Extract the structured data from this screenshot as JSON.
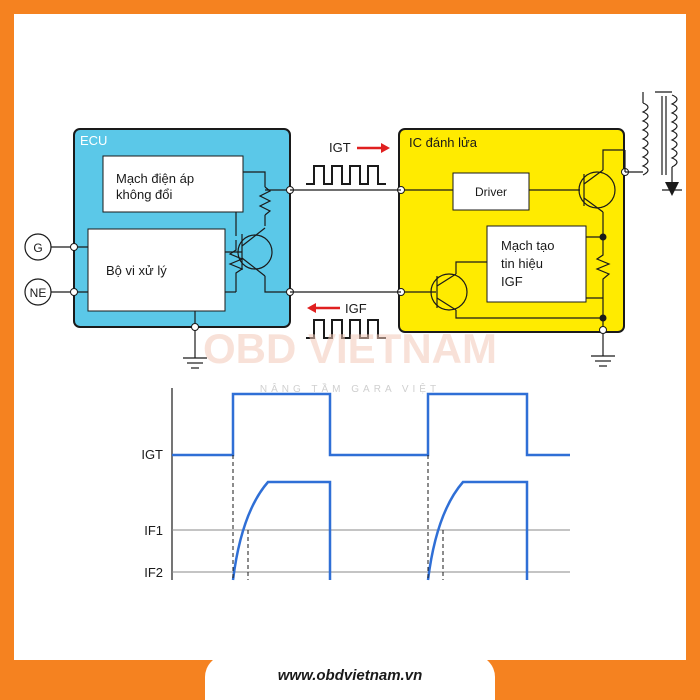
{
  "ecu": {
    "title": "ECU",
    "const_voltage_line1": "Mạch điện áp",
    "const_voltage_line2": "không đổi",
    "micro": "Bộ vi xử lý",
    "input_g": "G",
    "input_ne": "NE"
  },
  "ic": {
    "title": "IC đánh lửa",
    "driver": "Driver",
    "igf_line1": "Mạch tạo",
    "igf_line2": "tin hiệu",
    "igf_line3": "IGF"
  },
  "signals": {
    "igt": "IGT",
    "igf": "IGF"
  },
  "timing": {
    "labels": [
      "IGT",
      "IF1",
      "IF2"
    ]
  },
  "watermark": {
    "brand": "OBD VIETNAM",
    "tagline": "NÂNG TẦM GARA VIỆT"
  },
  "footer": {
    "url": "www.obdvietnam.vn"
  },
  "colors": {
    "orange": "#f58220",
    "ecu_blue": "#5bc8e8",
    "ic_yellow": "#ffeb00",
    "trace_blue": "#2f6fd6",
    "arrow_red": "#e02020"
  }
}
